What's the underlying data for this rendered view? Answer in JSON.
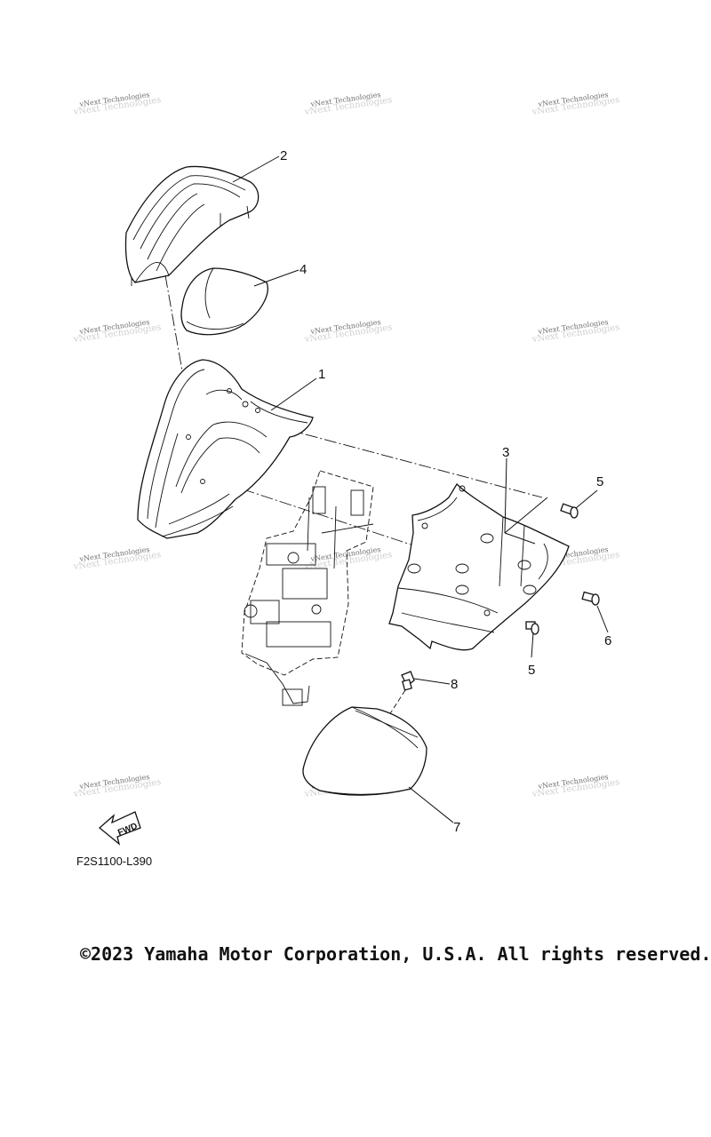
{
  "callouts": {
    "c1": "1",
    "c2": "2",
    "c3": "3",
    "c4": "4",
    "c5a": "5",
    "c5b": "5",
    "c6": "6",
    "c7": "7",
    "c8": "8"
  },
  "fwd_label": "FWD",
  "ref_code": "F2S1100-L390",
  "watermark": "vNext Technologies",
  "copyright": "©2023 Yamaha Motor Corporation, U.S.A. All rights reserved."
}
